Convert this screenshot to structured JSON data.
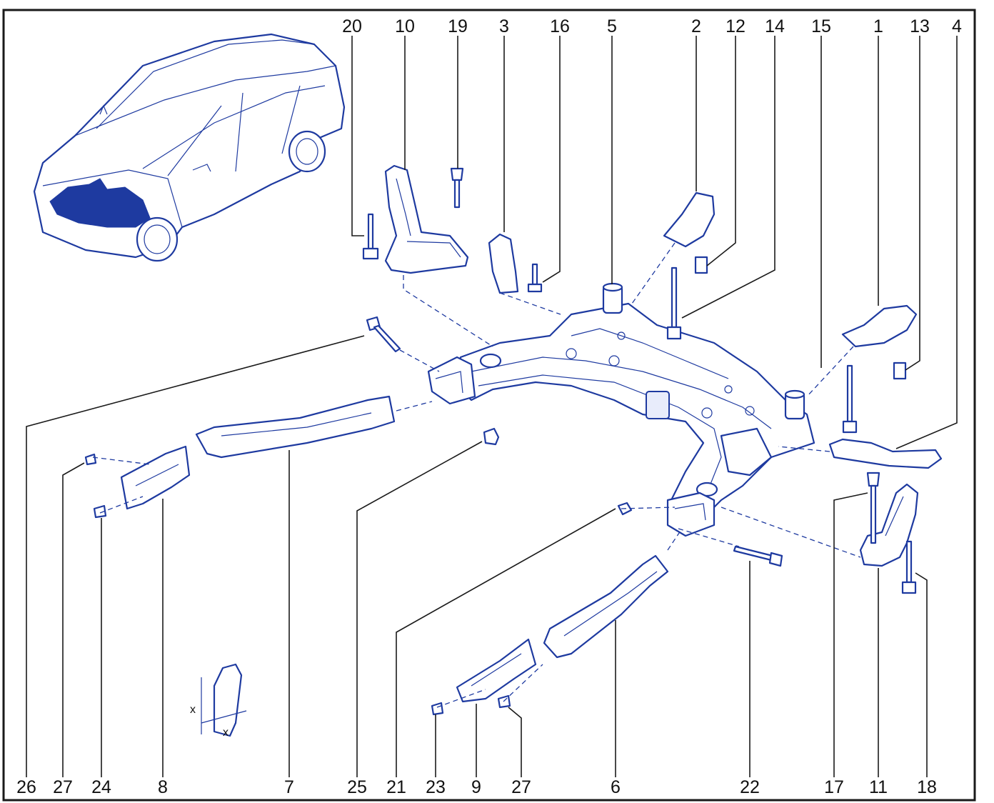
{
  "diagram": {
    "top_callouts": [
      "20",
      "10",
      "19",
      "3",
      "16",
      "5",
      "2",
      "12",
      "14",
      "15",
      "1",
      "13",
      "4"
    ],
    "bottom_callouts": [
      "26",
      "27",
      "24",
      "8",
      "7",
      "25",
      "21",
      "23",
      "9",
      "27",
      "6",
      "22",
      "17",
      "11",
      "18"
    ],
    "dimension_mark": "x"
  },
  "colors": {
    "line": "#1e3aa0",
    "frame": "#1a1a1a",
    "label": "#111111"
  }
}
